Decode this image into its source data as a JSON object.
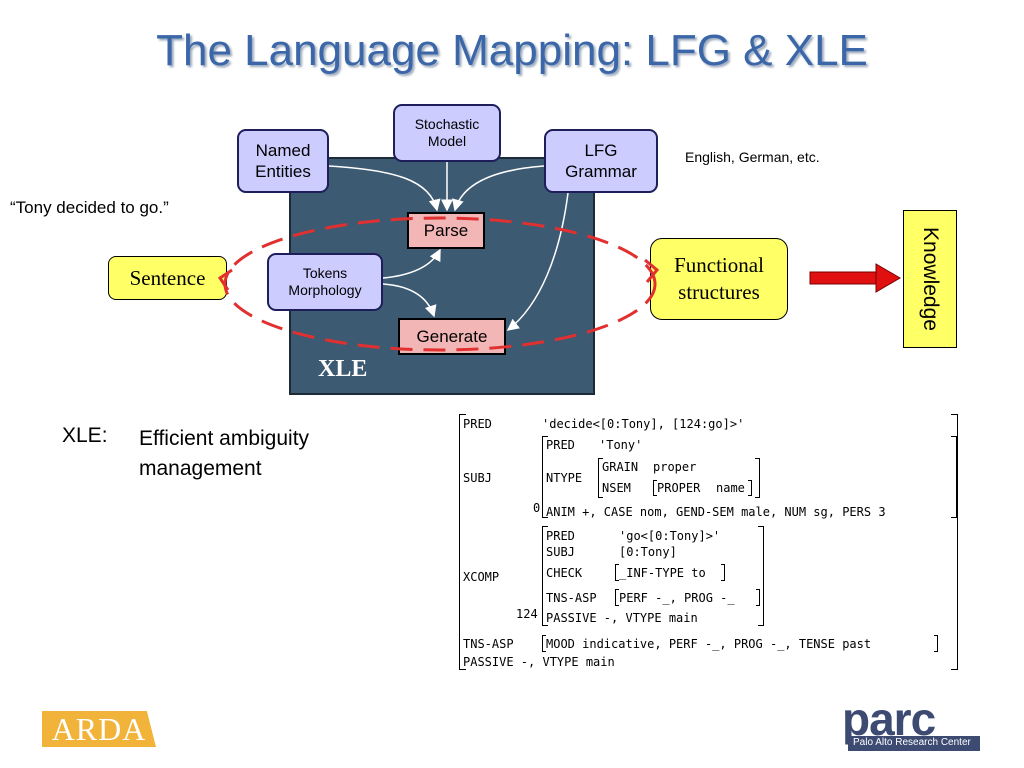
{
  "title": "The Language Mapping:  LFG & XLE",
  "diagram": {
    "xle_label": "XLE",
    "named_entities": [
      "Named",
      "Entities"
    ],
    "stochastic_model": [
      "Stochastic",
      "Model"
    ],
    "lfg_grammar": [
      "LFG",
      "Grammar"
    ],
    "languages_note": "English, German, etc.",
    "example_sentence": "“Tony decided to go.”",
    "sentence": "Sentence",
    "tokens_morphology": [
      "Tokens",
      "Morphology"
    ],
    "parse": "Parse",
    "generate": "Generate",
    "functional_structures": [
      "Functional",
      "structures"
    ],
    "knowledge": "Knowledge",
    "colors": {
      "xle_box": "#3d5a73",
      "resource_box": "#ccccff",
      "process_box": "#f3b6b6",
      "yellow_box": "#ffff66",
      "loop": "#e03030",
      "arrow": "#e01010",
      "title": "#3b67a8"
    }
  },
  "note": {
    "label": "XLE:",
    "text": [
      "Efficient ambiguity",
      "management"
    ]
  },
  "fstructure": {
    "pred_attr": "PRED",
    "pred_val": "'decide<[0:Tony], [124:go]>'",
    "subj_attr": "SUBJ",
    "subj_pred_attr": "PRED",
    "subj_pred_val": "'Tony'",
    "ntype_attr": "NTYPE",
    "grain_attr": "GRAIN",
    "grain_val": "proper",
    "nsem_attr": "NSEM",
    "proper_attr": "PROPER",
    "proper_val": "name",
    "subj_index": "0",
    "subj_misc": "ANIM +, CASE nom, GEND-SEM male, NUM sg, PERS 3",
    "xcomp_attr": "XCOMP",
    "xcomp_pred_attr": "PRED",
    "xcomp_pred_val": "'go<[0:Tony]>'",
    "xcomp_subj_attr": "SUBJ",
    "xcomp_subj_val": "[0:Tony]",
    "check_attr": "CHECK",
    "check_val": "_INF-TYPE to",
    "tnsasp_attr": "TNS-ASP",
    "xcomp_tnsasp_val": "PERF -_, PROG -_",
    "xcomp_index": "124",
    "xcomp_passive": "PASSIVE -, VTYPE main",
    "main_tnsasp_attr": "TNS-ASP",
    "main_tnsasp_val": "MOOD indicative, PERF -_, PROG -_, TENSE past",
    "main_passive": "PASSIVE -, VTYPE main"
  },
  "logos": {
    "arda": "ARDA",
    "parc": "parc",
    "parc_subtitle": "Palo Alto Research Center"
  }
}
